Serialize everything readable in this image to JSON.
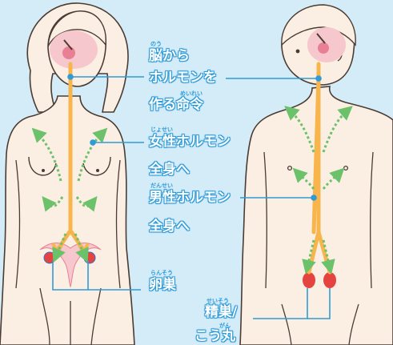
{
  "colors": {
    "background": "#d3ecf8",
    "skin": "#fbeee2",
    "outline": "#4a3b33",
    "hormone_path": "#f7b54c",
    "green_arrows": "#6cc16b",
    "brain": "#f6c7cc",
    "brain_center": "#e97f95",
    "gonad": "#e5433f",
    "leader_line": "#2f9bd8",
    "label_text": "#ffffff"
  },
  "labels": {
    "brain_ruby": "のう",
    "brain_line1": "脳から",
    "brain_line2": "ホルモンを",
    "brain_line3a": "作る",
    "brain_line3b": "命令",
    "brain_line3b_ruby": "めいれい",
    "female_ruby": "じょせい",
    "female_hormone": "女性ホルモン",
    "female_whole_body": "全身へ",
    "male_ruby": "だんせい",
    "male_hormone": "男性ホルモン",
    "male_whole_body": "全身へ",
    "ovary_ruby": "らんそう",
    "ovary": "卵巣",
    "testis_ruby1": "せいそう",
    "testis_line1": "精巣/",
    "testis_ruby2": "がん",
    "testis_line2": "こう丸"
  },
  "icons": [
    "downward-arrow-icon",
    "dotted-green-arrow-icon"
  ]
}
